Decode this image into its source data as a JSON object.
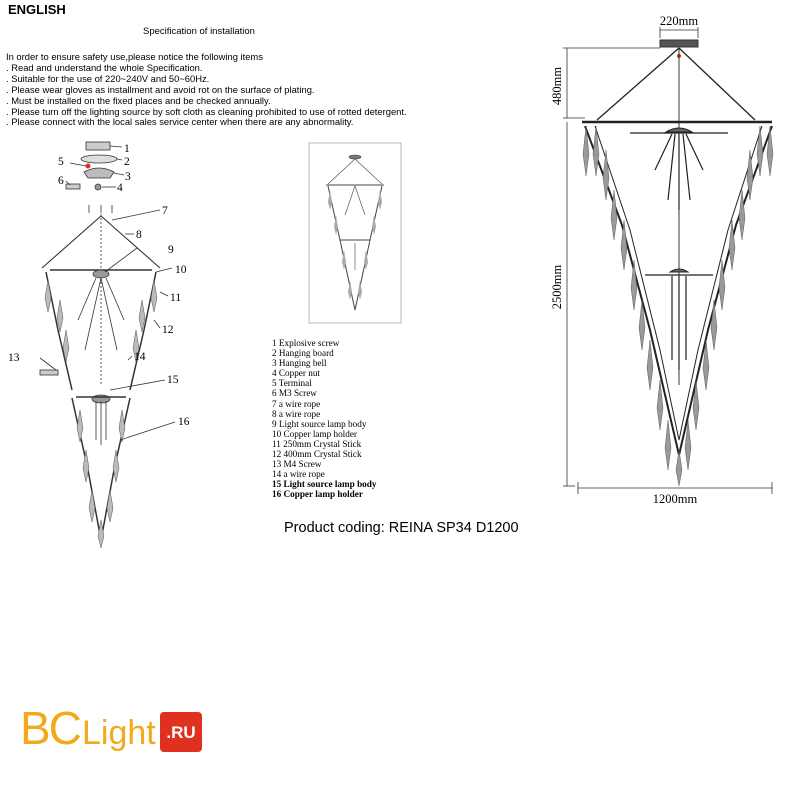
{
  "language": "ENGLISH",
  "spec_title": "Specification of installation",
  "instructions": [
    "In order to ensure safety use,please notice the following items",
    ". Read and understand the whole Specification.",
    ". Suitable for the use of 220~240V and 50~60Hz.",
    ". Please wear gloves as installment and avoid rot on the surface of plating.",
    ". Must be installed on the fixed places and be checked annually.",
    ". Please turn off the lighting source by soft cloth as cleaning prohibited to use of rotted detergent.",
    ". Please connect with the local sales service center when there are any abnormality."
  ],
  "callouts": [
    "1",
    "2",
    "3",
    "4",
    "5",
    "6",
    "7",
    "8",
    "9",
    "10",
    "11",
    "12",
    "13",
    "14",
    "15",
    "16"
  ],
  "parts": [
    "1 Explosive screw",
    "2 Hanging board",
    "3 Hanging bell",
    "4 Copper nut",
    "5 Terminal",
    "6 M3 Screw",
    "7 a wire rope",
    "8 a wire rope",
    "9 Light source lamp body",
    "10 Copper lamp holder",
    "11 250mm Crystal Stick",
    "12 400mm Crystal Stick",
    "13 M4 Screw",
    "14 a wire rope",
    "15 Light source lamp body",
    "16 Copper lamp holder"
  ],
  "product_coding": "Product coding: REINA SP34 D1200",
  "dimensions": {
    "canopy_width": "220mm",
    "suspension_height": "480mm",
    "body_height": "2500mm",
    "body_width": "1200mm"
  },
  "logo": {
    "part1": "BC",
    "part2": "Light",
    "part3": ".RU",
    "colors": {
      "orange": "#f2a91c",
      "red": "#e0301e"
    }
  }
}
